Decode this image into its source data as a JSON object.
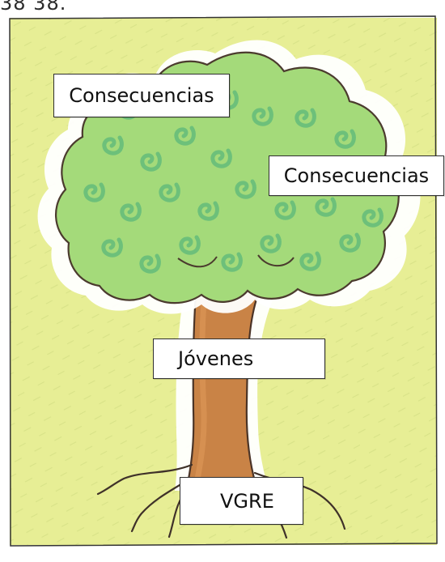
{
  "header": {
    "fragment_text": "38 38."
  },
  "tree": {
    "labels": {
      "upper_left": "Consecuencias",
      "upper_right": "Consecuencias",
      "trunk": "Jóvenes",
      "roots": "VGRE"
    }
  },
  "colors": {
    "background": "#e5ed93",
    "foliage": "#9fd87a",
    "foliage_swirl": "#6fc07c",
    "trunk": "#c98546",
    "outline": "#4f3b2c"
  },
  "icons": {
    "tree": "tree-illustration"
  }
}
